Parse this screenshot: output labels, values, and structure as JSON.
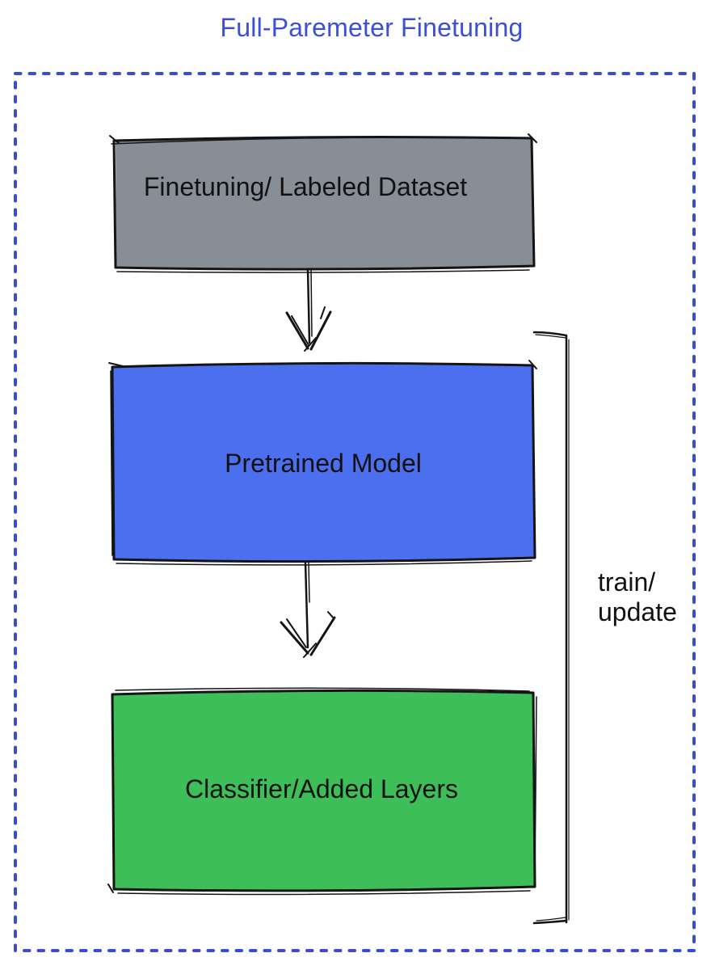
{
  "title": {
    "text": "Full-Paremeter Finetuning",
    "color": "#3c4fd9"
  },
  "frame": {
    "border_color": "#3b4ccd",
    "style": "dotted"
  },
  "nodes": [
    {
      "id": "dataset",
      "label": "Finetuning/ Labeled Dataset",
      "fill": "#878e96"
    },
    {
      "id": "pretrained",
      "label": "Pretrained Model",
      "fill": "#4c6ff0"
    },
    {
      "id": "classifier",
      "label": "Classifier/Added Layers",
      "fill": "#3ebe59"
    }
  ],
  "edges": [
    {
      "from": "dataset",
      "to": "pretrained",
      "type": "arrow-down"
    },
    {
      "from": "pretrained",
      "to": "classifier",
      "type": "arrow-down"
    }
  ],
  "bracket": {
    "label": "train/\nupdate",
    "spans": "pretrained + classifier"
  },
  "colors": {
    "stroke": "#141414",
    "background": "#ffffff"
  }
}
